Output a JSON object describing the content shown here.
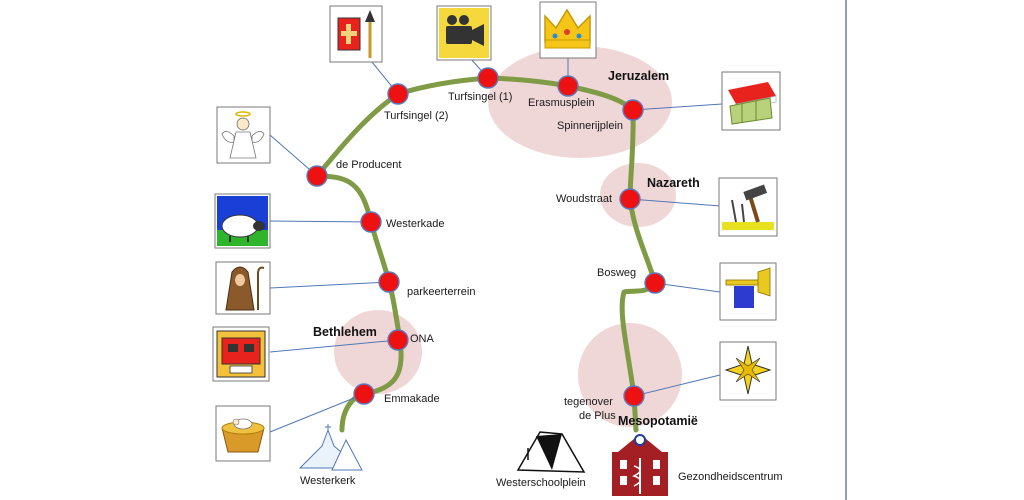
{
  "stops": [
    {
      "id": "turfsingel-2",
      "label": "Turfsingel (2)"
    },
    {
      "id": "turfsingel-1",
      "label": "Turfsingel (1)"
    },
    {
      "id": "erasmusplein",
      "label": "Erasmusplein"
    },
    {
      "id": "spinnerijplein",
      "label": "Spinnerijplein"
    },
    {
      "id": "de-producent",
      "label": "de Producent"
    },
    {
      "id": "westerkade",
      "label": "Westerkade"
    },
    {
      "id": "parkeerterrein",
      "label": "parkeerterrein"
    },
    {
      "id": "ona",
      "label": "ONA"
    },
    {
      "id": "emmakade",
      "label": "Emmakade"
    },
    {
      "id": "woudstraat",
      "label": "Woudstraat"
    },
    {
      "id": "bosweg",
      "label": "Bosweg"
    },
    {
      "id": "tegenover-de-plus",
      "label_line1": "tegenover",
      "label_line2": "de Plus"
    }
  ],
  "regions": {
    "jeruzalem": "Jeruzalem",
    "nazareth": "Nazareth",
    "bethlehem": "Bethlehem",
    "mesopotamie": "Mesopotamië"
  },
  "landmarks": {
    "westerkerk": "Westerkerk",
    "westerschoolplein": "Westerschoolplein",
    "gezondheidscentrum": "Gezondheidscentrum"
  },
  "icons": [
    "banner-spear-icon",
    "video-camera-icon",
    "crown-icon",
    "market-stall-icon",
    "angel-icon",
    "sheep-icon",
    "shepherd-icon",
    "tv-box-icon",
    "manger-icon",
    "hammer-nails-icon",
    "trumpet-icon",
    "star-icon",
    "church-icon",
    "tent-icon",
    "hospital-icon"
  ],
  "colors": {
    "route": "#7f9b45",
    "stop": "#ee1111",
    "region": "#ebc9ca",
    "connector": "#4f78b5",
    "frame_line": "#3f5f9f"
  }
}
